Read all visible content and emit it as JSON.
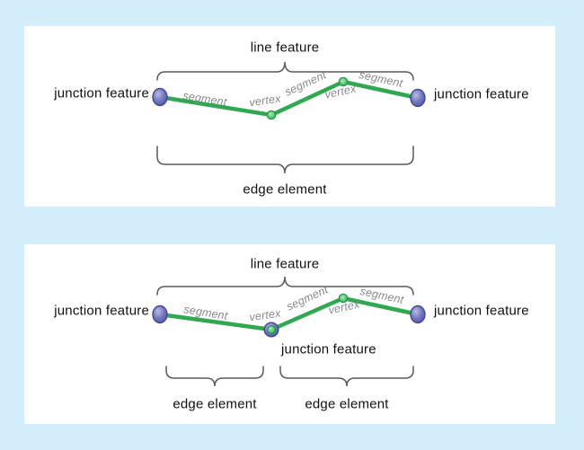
{
  "colors": {
    "background": "#d3edfb",
    "panel": "#ffffff",
    "line_green": "#2fa84f",
    "brace_gray": "#58595b",
    "label_black": "#111111",
    "label_gray": "#87898c",
    "junction_light": "#b9bce2",
    "junction_mid": "#7377c0",
    "junction_dark": "#53579f",
    "junction_stroke": "#42469b",
    "vertex_light": "#a9e6bd",
    "vertex_mid": "#4dbf6c",
    "vertex_dark": "#2aa853",
    "vertex_stroke": "#1d9b43"
  },
  "top_panel": {
    "line_feature": "line feature",
    "junction_left": "junction feature",
    "junction_right": "junction feature",
    "segment_1": "segment",
    "vertex_1": "vertex",
    "segment_2": "segment",
    "vertex_2": "vertex",
    "segment_3": "segment",
    "edge_element": "edge element"
  },
  "bottom_panel": {
    "line_feature": "line feature",
    "junction_left": "junction feature",
    "junction_right": "junction feature",
    "junction_middle": "junction feature",
    "segment_1": "segment",
    "vertex_1": "vertex",
    "segment_2": "segment",
    "vertex_2": "vertex",
    "segment_3": "segment",
    "edge_element_left": "edge element",
    "edge_element_right": "edge element"
  }
}
